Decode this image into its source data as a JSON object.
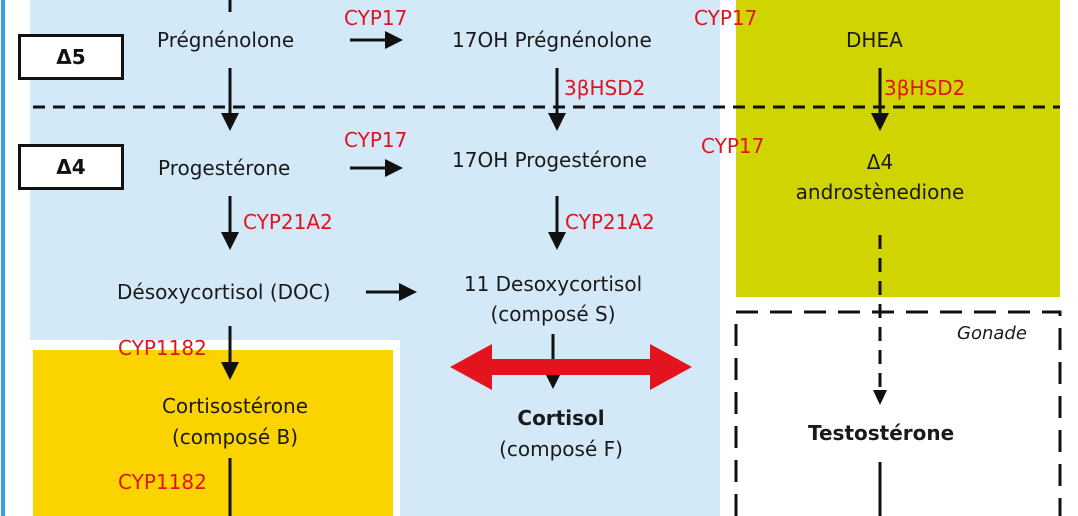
{
  "levels": {
    "d5": "Δ5",
    "d4": "Δ4"
  },
  "row1": {
    "pregnenolone": "Prégnénolone",
    "oh_pregnenolone": "17OH Prégnénolone",
    "dhea": "DHEA"
  },
  "row2": {
    "progesterone": "Progestérone",
    "oh_progesterone": "17OH Progestérone",
    "androstenedione_line1": "Δ4",
    "androstenedione_line2": "androstènedione"
  },
  "row3": {
    "desoxycortisol_doc": "Désoxycortisol (DOC)",
    "desoxycortisol11_line1": "11 Desoxycortisol",
    "desoxycortisol11_line2": "(composé S)"
  },
  "row4": {
    "corticosterone_line1": "Cortisostérone",
    "corticosterone_line2": "(composé B)",
    "cortisol_line1": "Cortisol",
    "cortisol_line2": "(composé F)",
    "testosterone": "Testostérone"
  },
  "enzymes": {
    "cyp17_a": "CYP17",
    "cyp17_b": "CYP17",
    "cyp17_c": "CYP17",
    "cyp17_d": "CYP17",
    "hsd_a": "3βHSD2",
    "hsd_b": "3βHSD2",
    "cyp21_a": "CYP21A2",
    "cyp21_b": "CYP21A2",
    "cyp11_a": "CYP1182",
    "cyp11_b": "CYP1182"
  },
  "gonade_label": "Gonade",
  "colors": {
    "adrenal_bg": "#d3e9f7",
    "androgen_bg": "#d0d400",
    "mineralo_bg": "#fbd400",
    "enzyme": "#e0141e",
    "arrow": "#111111",
    "double_arrow": "#e3141e"
  }
}
